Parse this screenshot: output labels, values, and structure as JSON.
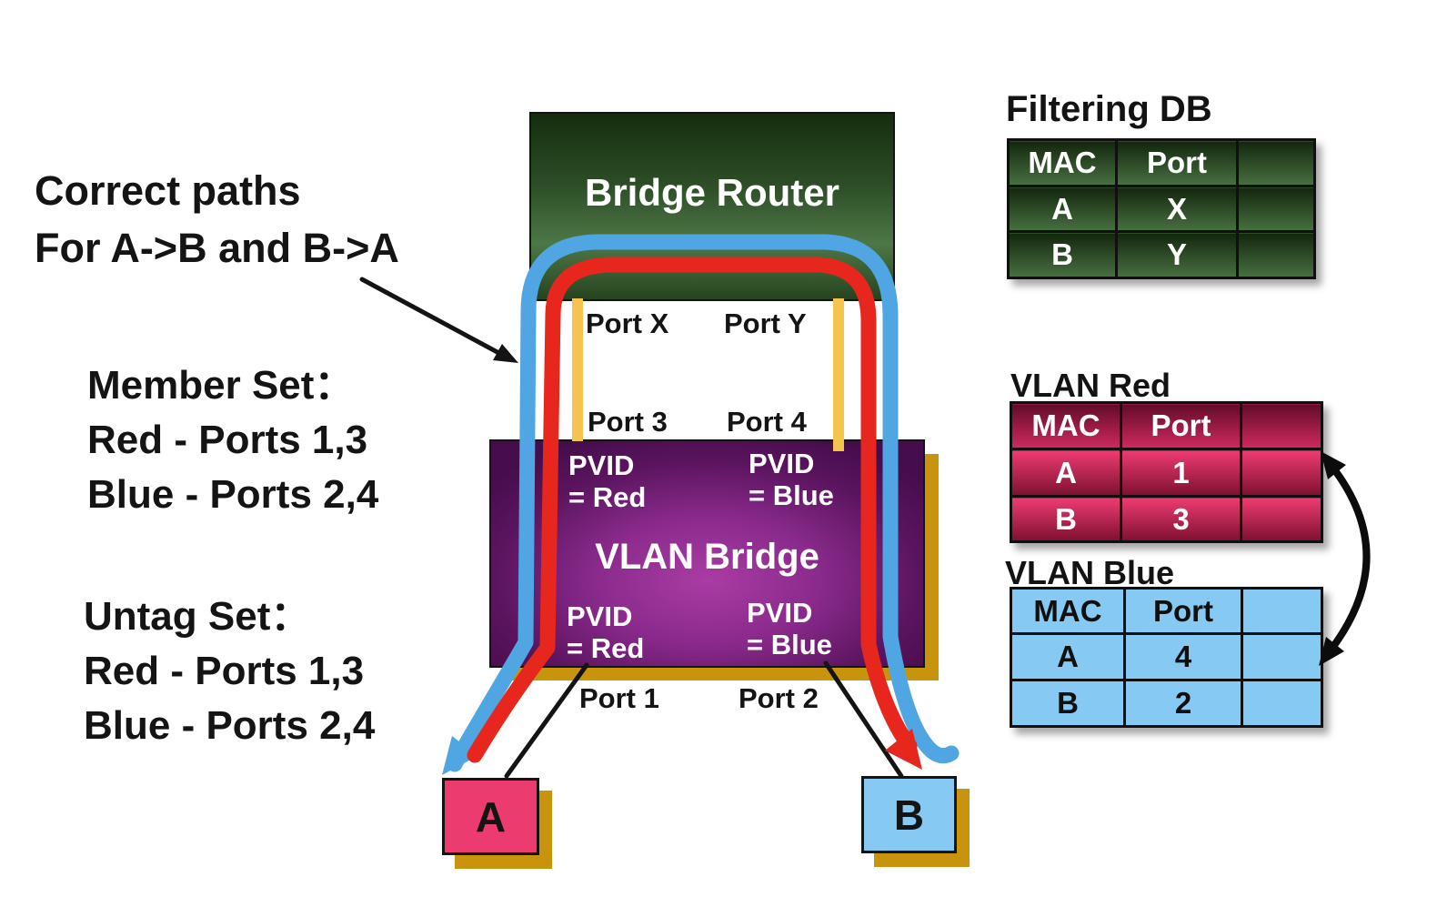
{
  "annotations": {
    "correct_paths": {
      "line1": "Correct paths",
      "line2": "For A->B and B->A"
    },
    "member_set": {
      "title": "Member Set：",
      "line1": "Red - Ports 1,3",
      "line2": "Blue - Ports 2,4"
    },
    "untag_set": {
      "title": "Untag Set：",
      "line1": "Red - Ports 1,3",
      "line2": "Blue - Ports 2,4"
    }
  },
  "diagram": {
    "bridge_router": {
      "label": "Bridge Router"
    },
    "vlan_bridge": {
      "label": "VLAN Bridge"
    },
    "pvid_top_left": {
      "line1": "PVID",
      "line2": "= Red"
    },
    "pvid_top_right": {
      "line1": "PVID",
      "line2": "= Blue"
    },
    "pvid_bottom_left": {
      "line1": "PVID",
      "line2": "= Red"
    },
    "pvid_bottom_right": {
      "line1": "PVID",
      "line2": "= Blue"
    },
    "ports": {
      "port_x": "Port X",
      "port_y": "Port Y",
      "port_3": "Port 3",
      "port_4": "Port 4",
      "port_1": "Port 1",
      "port_2": "Port 2"
    },
    "host_a": {
      "label": "A"
    },
    "host_b": {
      "label": "B"
    }
  },
  "tables": {
    "filtering_db": {
      "title": "Filtering DB",
      "headers": [
        "MAC",
        "Port",
        ""
      ],
      "rows": [
        [
          "A",
          "X",
          ""
        ],
        [
          "B",
          "Y",
          ""
        ]
      ]
    },
    "vlan_red": {
      "title": "VLAN Red",
      "headers": [
        "MAC",
        "Port",
        ""
      ],
      "rows": [
        [
          "A",
          "1",
          ""
        ],
        [
          "B",
          "3",
          ""
        ]
      ]
    },
    "vlan_blue": {
      "title": "VLAN Blue",
      "headers": [
        "MAC",
        "Port",
        ""
      ],
      "rows": [
        [
          "A",
          "4",
          ""
        ],
        [
          "B",
          "2",
          ""
        ]
      ]
    }
  },
  "colors": {
    "path_red": "#e7271d",
    "path_blue": "#4fa6e2",
    "gold_shadow": "#c8930d",
    "yellow_link": "#f5c44f",
    "bridge_green_dark": "#152e0e",
    "bridge_green_light": "#4d7746",
    "vlan_purple_dark": "#450d4b",
    "vlan_purple_light": "#aa3ca4",
    "host_a_fill": "#ec3b6f",
    "host_b_fill": "#86c9f3",
    "red_table_bright": "#ee3b72",
    "red_table_dark": "#7e1130",
    "green_table_dark": "#13260e",
    "green_table_light": "#477040",
    "blue_table_fill": "#86c9f3",
    "line_black": "#141414"
  }
}
